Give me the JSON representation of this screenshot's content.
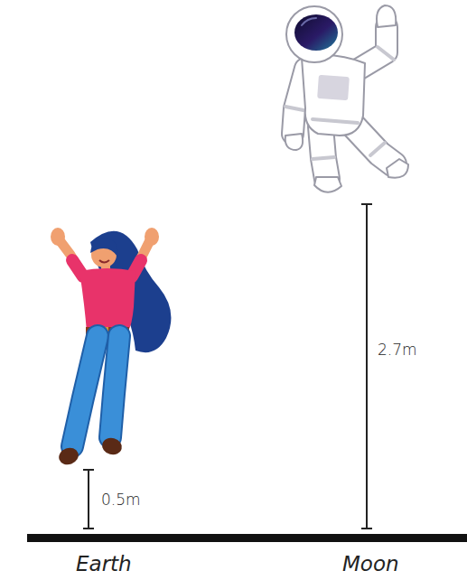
{
  "diagram": {
    "labels": [
      "0.5m",
      "2.7m",
      "Earth",
      "Moon"
    ]
  }
}
